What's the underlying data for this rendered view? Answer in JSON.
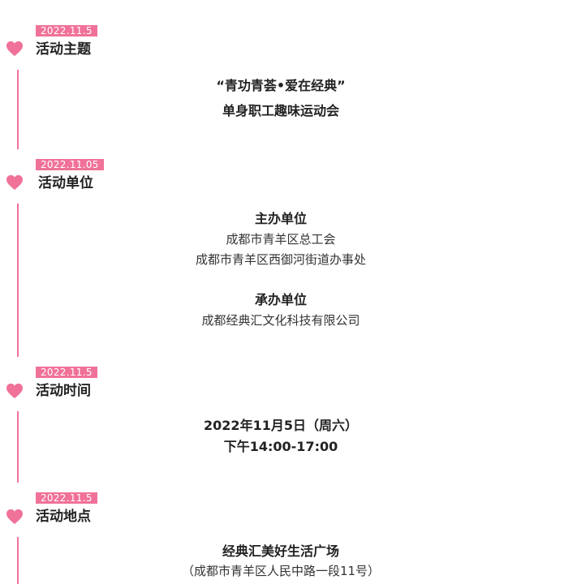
{
  "colors": {
    "accent": "#f07298",
    "text": "#222222"
  },
  "sections": [
    {
      "date": "2022.11.5",
      "title": "活动主题",
      "icon": "heart-icon",
      "lines": [
        "“青功青荟•爱在经典”",
        "单身职工趣味运动会"
      ]
    },
    {
      "date": "2022.11.05",
      "title": "活动单位",
      "icon": "heart-icon",
      "organizer_heading": "主办单位",
      "organizers": [
        "成都市青羊区总工会",
        "成都市青羊区西御河街道办事处"
      ],
      "undertaker_heading": "承办单位",
      "undertakers": [
        "成都经典汇文化科技有限公司"
      ]
    },
    {
      "date": "2022.11.5",
      "title": "活动时间",
      "icon": "heart-icon",
      "lines": [
        "2022年11月5日（周六）",
        "下午14:00-17:00"
      ]
    },
    {
      "date": "2022.11.5",
      "title": "活动地点",
      "icon": "heart-icon",
      "venue": "经典汇美好生活广场",
      "address": "（成都市青羊区人民中路一段11号）"
    }
  ]
}
